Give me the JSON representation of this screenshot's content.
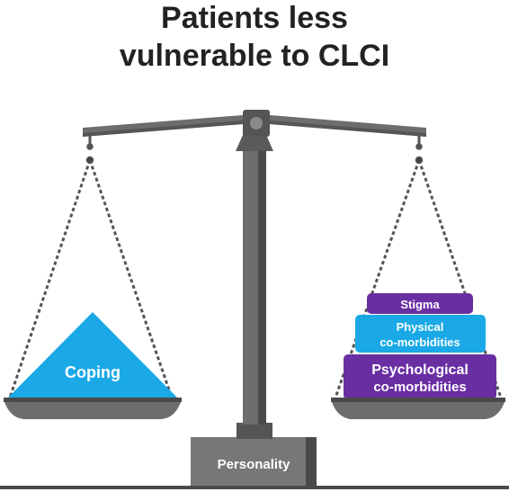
{
  "title": {
    "line1": "Patients less",
    "line2": "vulnerable to CLCI"
  },
  "left_pan": {
    "weight_label": "Coping"
  },
  "right_pan": {
    "weights": [
      {
        "label_lines": [
          "Stigma"
        ]
      },
      {
        "label_lines": [
          "Physical",
          "co-morbidities"
        ]
      },
      {
        "label_lines": [
          "Psychological",
          "co-morbidities"
        ]
      }
    ]
  },
  "base": {
    "label": "Personality"
  },
  "colors": {
    "coping": "#1aa9e6",
    "physical": "#1aa9e6",
    "stigma": "#6a2ea3",
    "psychological": "#6a2ea3",
    "scale_dark": "#4a4a4a",
    "scale_mid": "#6d6d6d",
    "scale_light": "#8a8a8a"
  }
}
